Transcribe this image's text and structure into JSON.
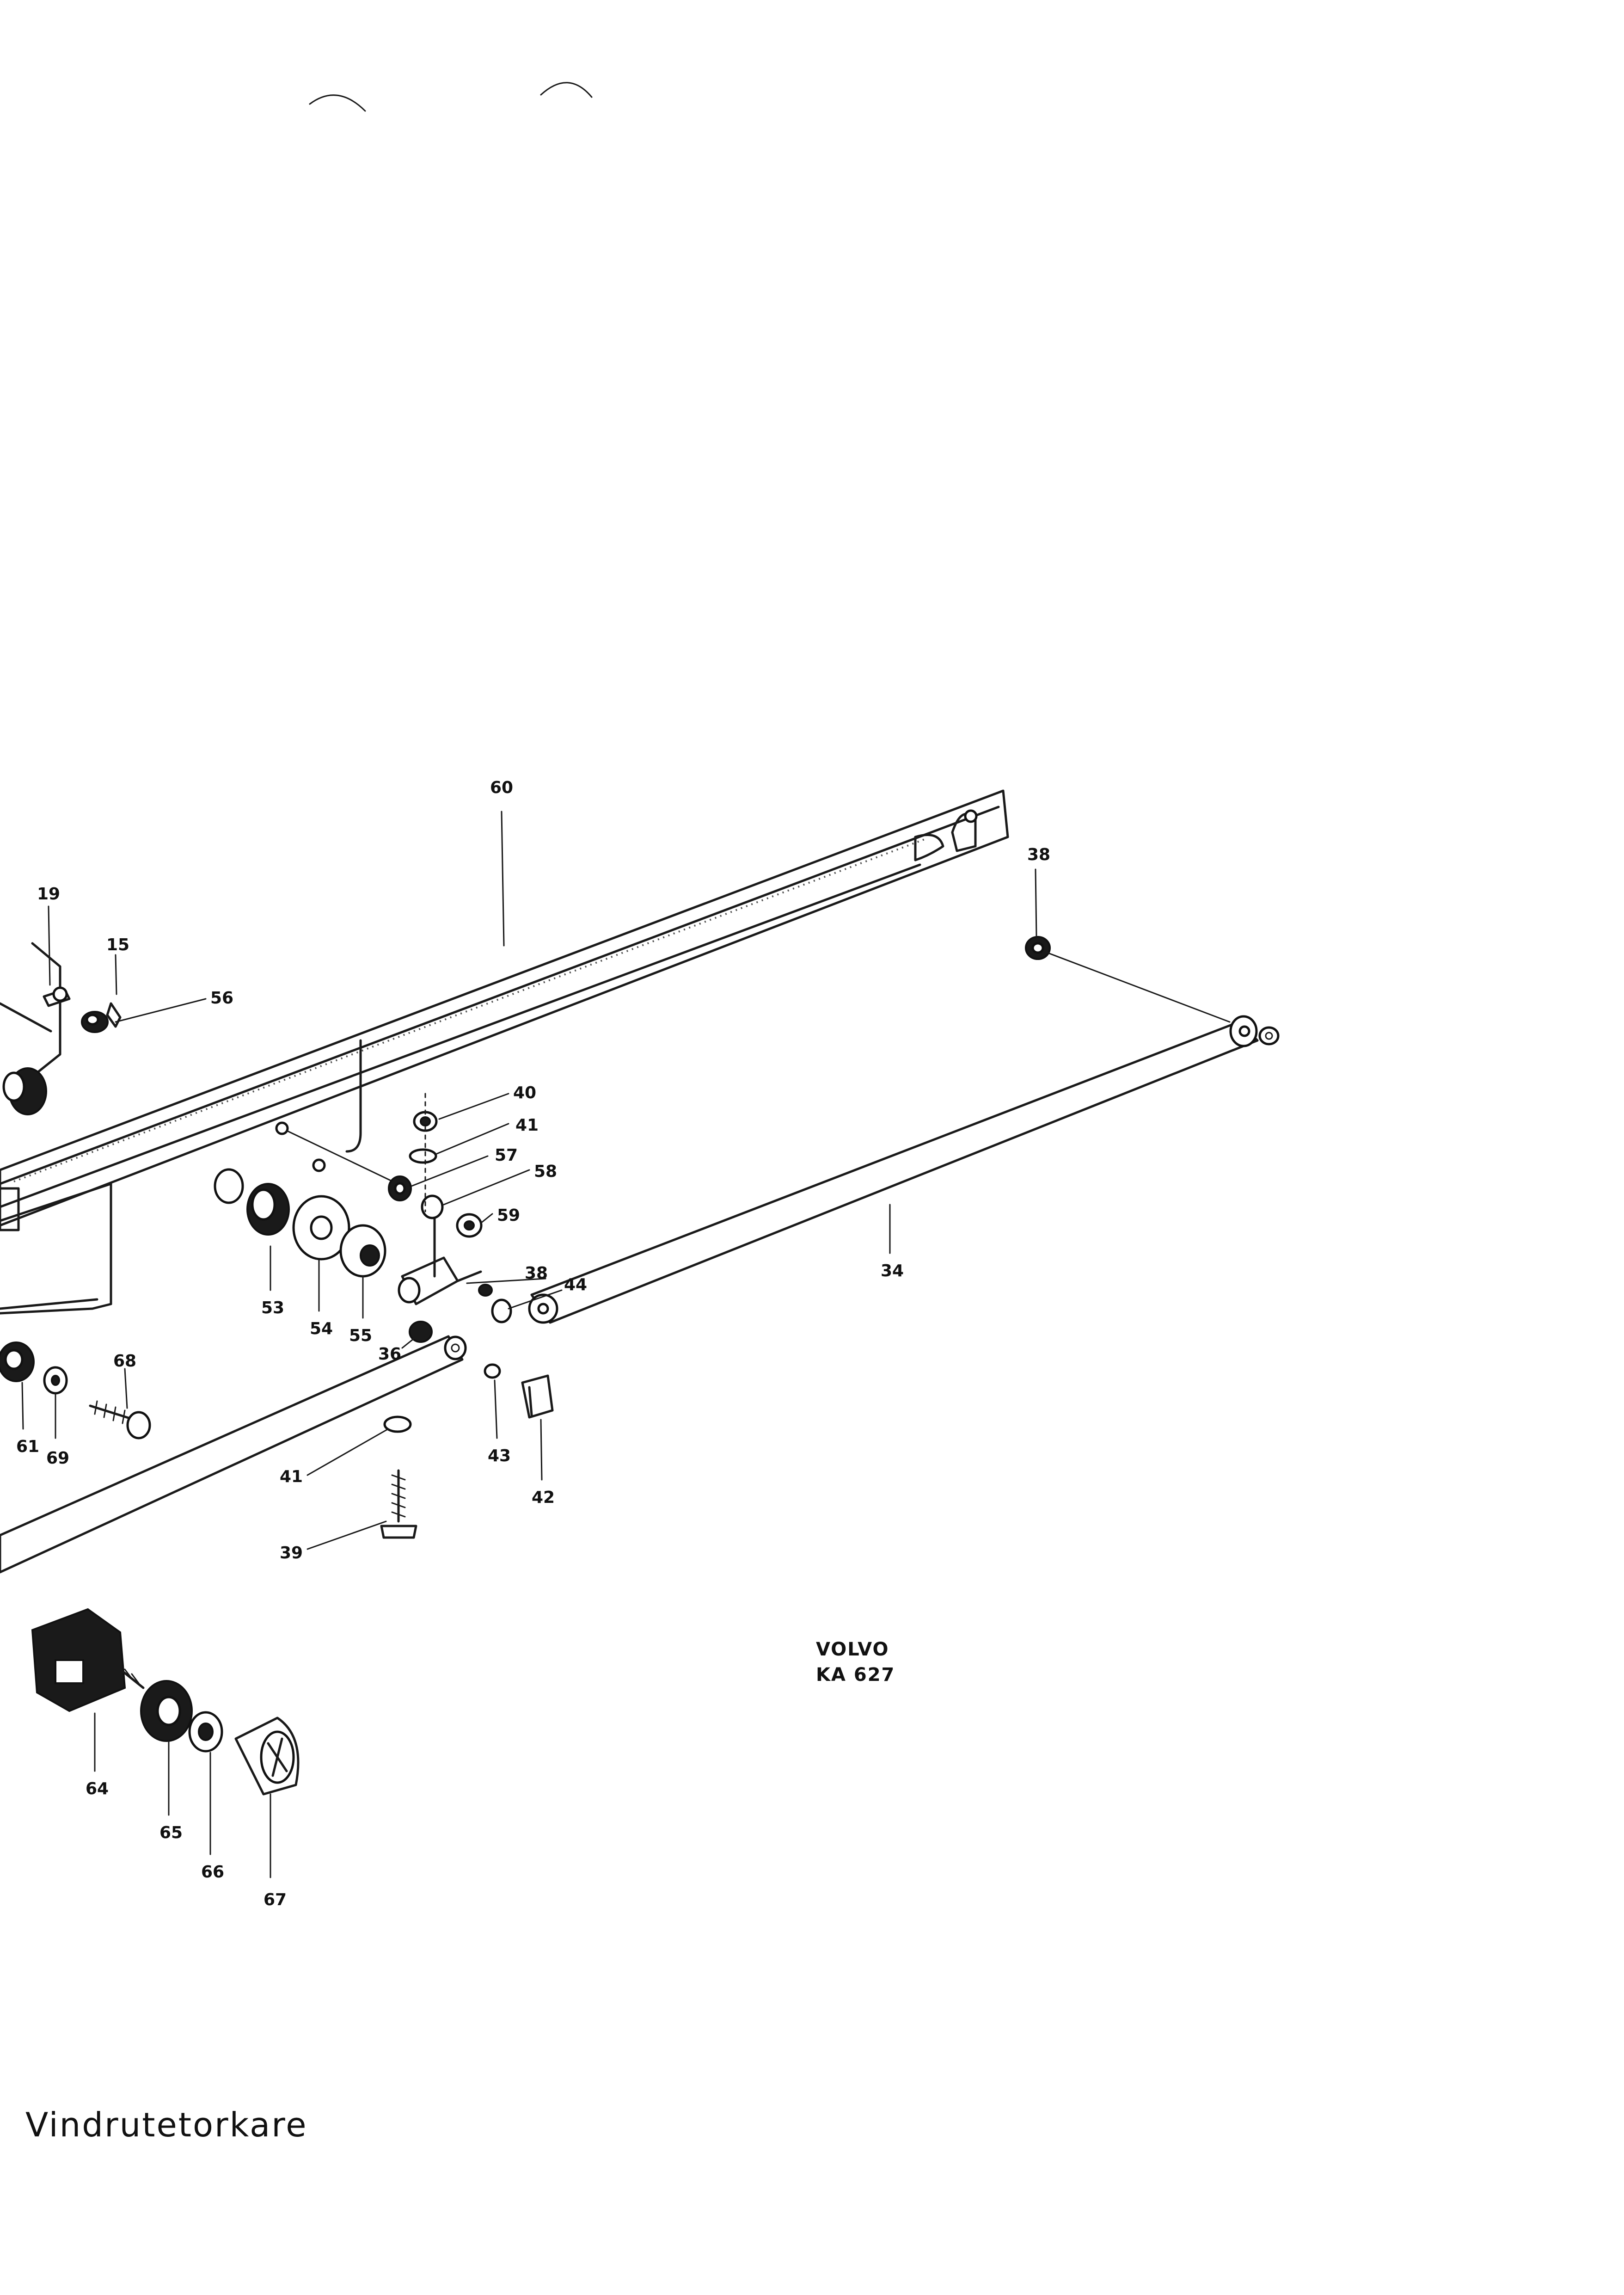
{
  "title": "Vindrutetorkare",
  "manufacturer_mark": {
    "line1": "VOLVO",
    "line2": "KA 627"
  },
  "callouts": {
    "c60": "60",
    "c38a": "38",
    "c19": "19",
    "c15": "15",
    "c56": "56",
    "c40": "40",
    "c41a": "41",
    "c57": "57",
    "c58": "58",
    "c59": "59",
    "c34": "34",
    "c38b": "38",
    "c44": "44",
    "c53": "53",
    "c54": "54",
    "c55": "55",
    "c36": "36",
    "c68": "68",
    "c61": "61",
    "c69": "69",
    "c43": "43",
    "c42": "42",
    "c41b": "41",
    "c39": "39",
    "c64": "64",
    "c65": "65",
    "c66": "66",
    "c67": "67"
  }
}
